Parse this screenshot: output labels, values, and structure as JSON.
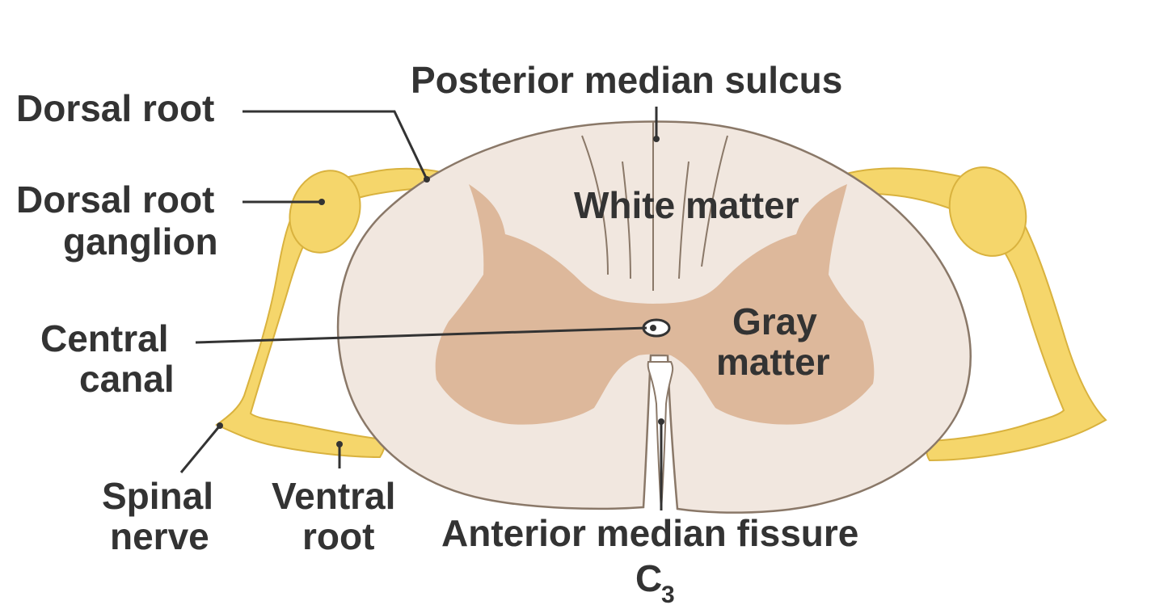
{
  "labels": {
    "dorsal_root": "Dorsal root",
    "dorsal_root_ganglion_1": "Dorsal root",
    "dorsal_root_ganglion_2": "ganglion",
    "central_canal_1": "Central",
    "central_canal_2": "canal",
    "spinal_nerve_1": "Spinal",
    "spinal_nerve_2": "nerve",
    "ventral_root_1": "Ventral",
    "ventral_root_2": "root",
    "posterior_median_sulcus": "Posterior median sulcus",
    "white_matter": "White matter",
    "gray_matter_1": "Gray",
    "gray_matter_2": "matter",
    "anterior_median_fissure": "Anterior median fissure",
    "segment_letter": "C",
    "segment_number": "3"
  },
  "colors": {
    "white_matter": "#F1E7DF",
    "gray_matter": "#DDB89B",
    "nerve": "#F5D66B",
    "nerve_highlight": "#FBEBA5",
    "outline": "#8A7868",
    "text": "#333333"
  }
}
